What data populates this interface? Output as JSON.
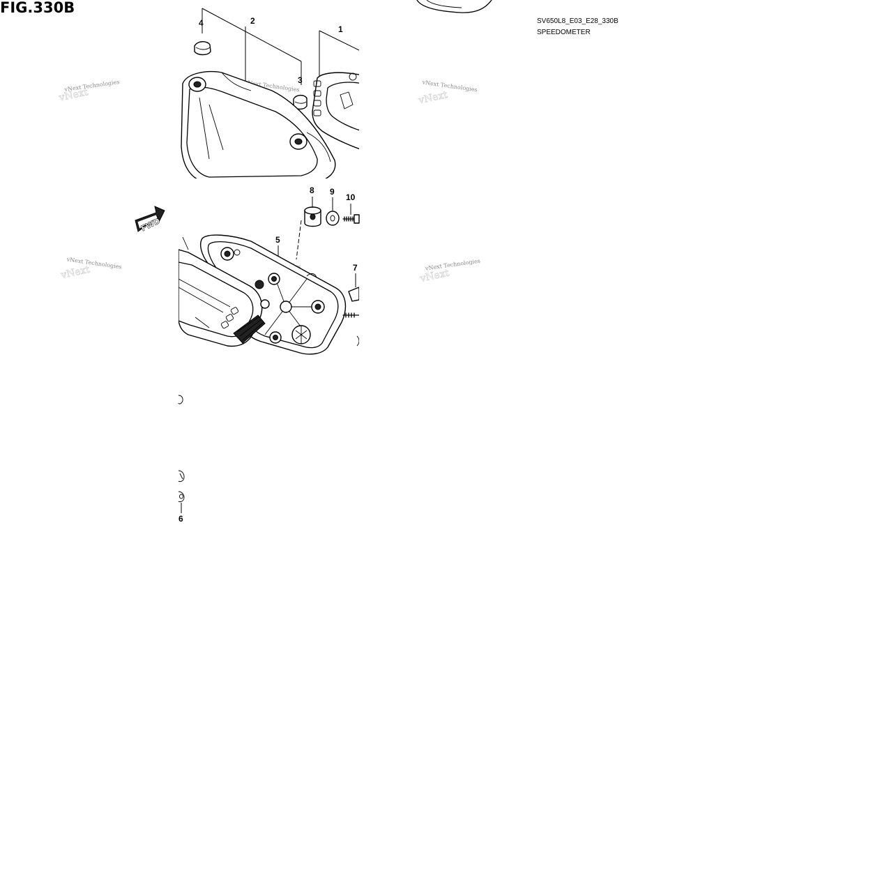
{
  "figure": {
    "title": "FIG.330B",
    "model_code": "SV650L8_E03_E28_330B",
    "section_name": "SPEEDOMETER",
    "fwd_label": "FWD"
  },
  "callouts": [
    "1",
    "2",
    "3",
    "4",
    "5",
    "6",
    "7",
    "8",
    "9",
    "10"
  ],
  "watermark": "vNext Technologies"
}
